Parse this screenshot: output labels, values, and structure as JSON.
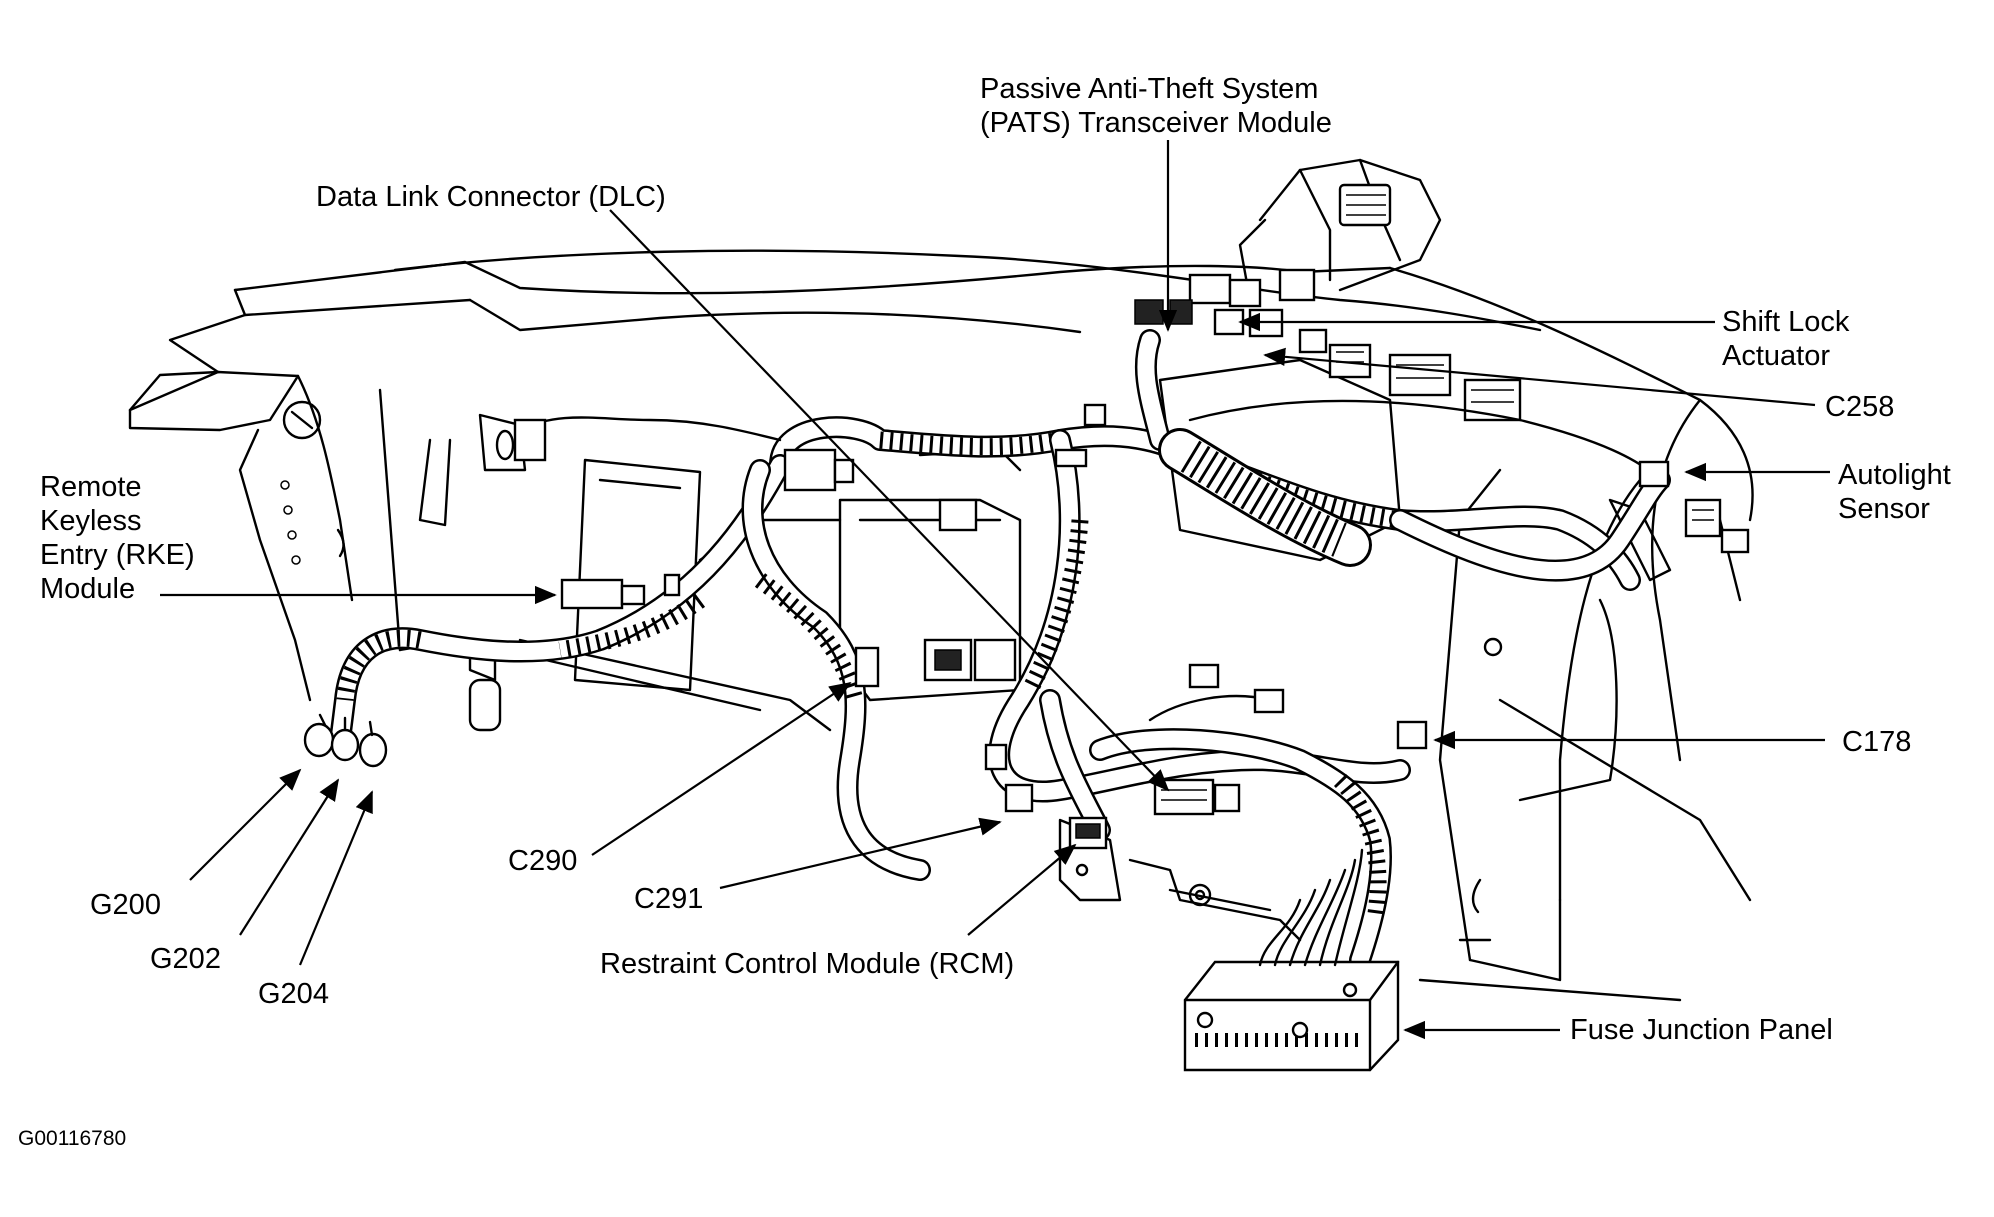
{
  "diagram": {
    "labels": {
      "pats": [
        "Passive Anti-Theft System",
        "(PATS) Transceiver Module"
      ],
      "dlc": "Data Link Connector (DLC)",
      "shift_lock": [
        "Shift Lock",
        "Actuator"
      ],
      "c258": "C258",
      "autolight": [
        "Autolight",
        "Sensor"
      ],
      "rke": [
        "Remote",
        "Keyless",
        "Entry (RKE)",
        "Module"
      ],
      "c178": "C178",
      "c290": "C290",
      "c291": "C291",
      "g200": "G200",
      "g202": "G202",
      "g204": "G204",
      "rcm": "Restraint Control Module (RCM)",
      "fuse_panel": "Fuse Junction Panel"
    },
    "figure_code": "G00116780"
  }
}
